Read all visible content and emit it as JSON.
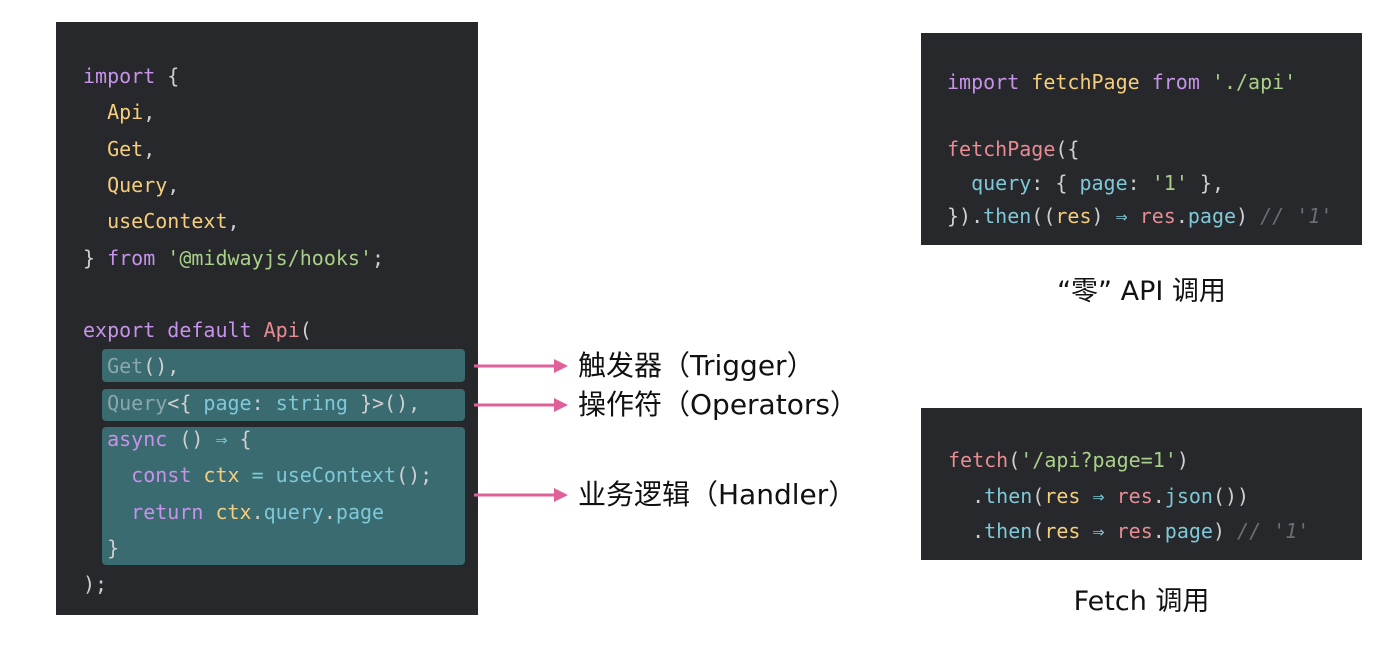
{
  "left_code": {
    "lines": [
      [
        {
          "t": "import",
          "c": "kw"
        },
        {
          "t": " {",
          "c": "punc"
        }
      ],
      [
        {
          "t": "  Api",
          "c": "id"
        },
        {
          "t": ",",
          "c": "punc"
        }
      ],
      [
        {
          "t": "  Get",
          "c": "id"
        },
        {
          "t": ",",
          "c": "punc"
        }
      ],
      [
        {
          "t": "  Query",
          "c": "id"
        },
        {
          "t": ",",
          "c": "punc"
        }
      ],
      [
        {
          "t": "  useContext",
          "c": "id"
        },
        {
          "t": ",",
          "c": "punc"
        }
      ],
      [
        {
          "t": "} ",
          "c": "punc"
        },
        {
          "t": "from",
          "c": "kw"
        },
        {
          "t": " '@midwayjs/hooks'",
          "c": "str"
        },
        {
          "t": ";",
          "c": "punc"
        }
      ],
      [],
      [
        {
          "t": "export",
          "c": "kw"
        },
        {
          "t": " ",
          "c": "punc"
        },
        {
          "t": "default",
          "c": "kw"
        },
        {
          "t": " ",
          "c": "punc"
        },
        {
          "t": "Api",
          "c": "fn"
        },
        {
          "t": "(",
          "c": "punc"
        }
      ],
      [
        {
          "t": "  Get",
          "c": "dim"
        },
        {
          "t": "(),",
          "c": "punc"
        }
      ],
      [
        {
          "t": "  Query",
          "c": "dim"
        },
        {
          "t": "<{ ",
          "c": "punc"
        },
        {
          "t": "page",
          "c": "prop"
        },
        {
          "t": ": ",
          "c": "punc"
        },
        {
          "t": "string",
          "c": "prop"
        },
        {
          "t": " }>(),",
          "c": "punc"
        }
      ],
      [
        {
          "t": "  async",
          "c": "kw"
        },
        {
          "t": " () ",
          "c": "punc"
        },
        {
          "t": "⇒",
          "c": "op"
        },
        {
          "t": " {",
          "c": "punc"
        }
      ],
      [
        {
          "t": "    const",
          "c": "kw"
        },
        {
          "t": " ",
          "c": "punc"
        },
        {
          "t": "ctx",
          "c": "id"
        },
        {
          "t": " = ",
          "c": "op"
        },
        {
          "t": "useContext",
          "c": "prop"
        },
        {
          "t": "();",
          "c": "punc"
        }
      ],
      [
        {
          "t": "    return",
          "c": "kw"
        },
        {
          "t": " ",
          "c": "punc"
        },
        {
          "t": "ctx",
          "c": "id"
        },
        {
          "t": ".",
          "c": "punc"
        },
        {
          "t": "query",
          "c": "prop"
        },
        {
          "t": ".",
          "c": "punc"
        },
        {
          "t": "page",
          "c": "prop"
        }
      ],
      [
        {
          "t": "  }",
          "c": "punc"
        }
      ],
      [
        {
          "t": ");",
          "c": "punc"
        }
      ]
    ]
  },
  "top_code": {
    "lines": [
      [
        {
          "t": "import",
          "c": "kw"
        },
        {
          "t": " ",
          "c": "punc"
        },
        {
          "t": "fetchPage",
          "c": "id"
        },
        {
          "t": " ",
          "c": "punc"
        },
        {
          "t": "from",
          "c": "kw"
        },
        {
          "t": " './api'",
          "c": "str"
        }
      ],
      [],
      [
        {
          "t": "fetchPage",
          "c": "fn"
        },
        {
          "t": "({",
          "c": "punc"
        }
      ],
      [
        {
          "t": "  query",
          "c": "prop"
        },
        {
          "t": ": { ",
          "c": "punc"
        },
        {
          "t": "page",
          "c": "prop"
        },
        {
          "t": ": ",
          "c": "punc"
        },
        {
          "t": "'1'",
          "c": "str"
        },
        {
          "t": " },",
          "c": "punc"
        }
      ],
      [
        {
          "t": "}).",
          "c": "punc"
        },
        {
          "t": "then",
          "c": "prop"
        },
        {
          "t": "((",
          "c": "punc"
        },
        {
          "t": "res",
          "c": "id"
        },
        {
          "t": ") ",
          "c": "punc"
        },
        {
          "t": "⇒",
          "c": "op"
        },
        {
          "t": " ",
          "c": "punc"
        },
        {
          "t": "res",
          "c": "fn"
        },
        {
          "t": ".",
          "c": "punc"
        },
        {
          "t": "page",
          "c": "prop"
        },
        {
          "t": ") ",
          "c": "punc"
        },
        {
          "t": "// '1'",
          "c": "cm"
        }
      ]
    ]
  },
  "bottom_code": {
    "lines": [
      [
        {
          "t": "fetch",
          "c": "fn"
        },
        {
          "t": "(",
          "c": "punc"
        },
        {
          "t": "'/api?page=1'",
          "c": "str"
        },
        {
          "t": ")",
          "c": "punc"
        }
      ],
      [
        {
          "t": "  .",
          "c": "punc"
        },
        {
          "t": "then",
          "c": "prop"
        },
        {
          "t": "(",
          "c": "punc"
        },
        {
          "t": "res",
          "c": "id"
        },
        {
          "t": " ",
          "c": "punc"
        },
        {
          "t": "⇒",
          "c": "op"
        },
        {
          "t": " ",
          "c": "punc"
        },
        {
          "t": "res",
          "c": "fn"
        },
        {
          "t": ".",
          "c": "punc"
        },
        {
          "t": "json",
          "c": "prop"
        },
        {
          "t": "())",
          "c": "punc"
        }
      ],
      [
        {
          "t": "  .",
          "c": "punc"
        },
        {
          "t": "then",
          "c": "prop"
        },
        {
          "t": "(",
          "c": "punc"
        },
        {
          "t": "res",
          "c": "id"
        },
        {
          "t": " ",
          "c": "punc"
        },
        {
          "t": "⇒",
          "c": "op"
        },
        {
          "t": " ",
          "c": "punc"
        },
        {
          "t": "res",
          "c": "fn"
        },
        {
          "t": ".",
          "c": "punc"
        },
        {
          "t": "page",
          "c": "prop"
        },
        {
          "t": ") ",
          "c": "punc"
        },
        {
          "t": "// '1'",
          "c": "cm"
        }
      ]
    ]
  },
  "labels": {
    "trigger": "触发器（Trigger）",
    "operators": "操作符（Operators）",
    "handler": "业务逻辑（Handler）"
  },
  "captions": {
    "zero_api": "“零” API 调用",
    "fetch": "Fetch 调用"
  },
  "colors": {
    "panel_bg": "#26282b",
    "highlight": "#3a6b70",
    "arrow": "#e0609a"
  }
}
